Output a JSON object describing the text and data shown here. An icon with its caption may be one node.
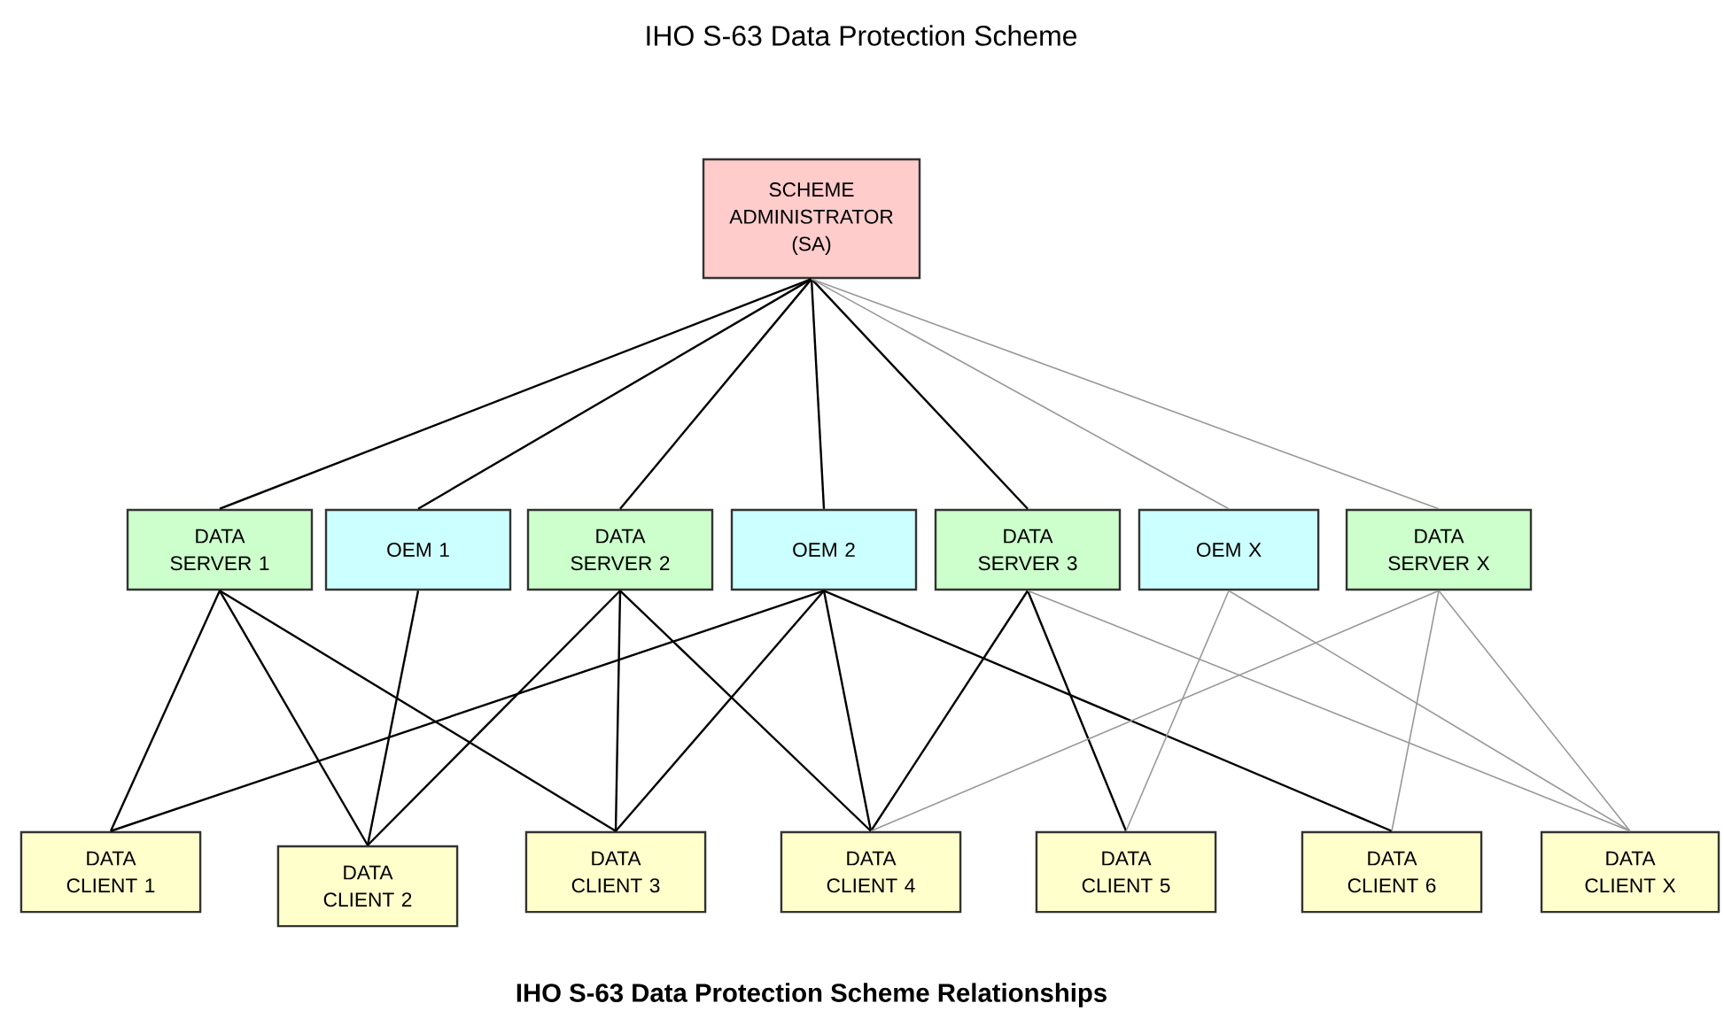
{
  "diagram": {
    "title": "IHO S-63 Data Protection Scheme",
    "caption": "IHO S-63 Data Protection Scheme Relationships",
    "nodes": [
      {
        "text": [
          "SCHEME ADMINISTRATOR (SA)"
        ]
      },
      {
        "text": [
          "DATA SERVER 1"
        ]
      },
      {
        "text": [
          "OEM 1"
        ]
      },
      {
        "text": [
          "DATA SERVER 2"
        ]
      },
      {
        "text": [
          "OEM 2"
        ]
      },
      {
        "text": [
          "DATA SERVER 3"
        ]
      },
      {
        "text": [
          "OEM X"
        ]
      },
      {
        "text": [
          "DATA SERVER X"
        ]
      },
      {
        "text": [
          "DATA CLIENT 1"
        ]
      },
      {
        "text": [
          "DATA CLIENT 2"
        ]
      },
      {
        "text": [
          "DATA CLIENT 3"
        ]
      },
      {
        "text": [
          "DATA CLIENT 4"
        ]
      },
      {
        "text": [
          "DATA CLIENT 5"
        ]
      },
      {
        "text": [
          "DATA CLIENT 6"
        ]
      },
      {
        "text": [
          "DATA CLIENT X"
        ]
      }
    ],
    "edges": [
      {
        "from": 0,
        "to": 1,
        "arrow": "none"
      },
      {
        "from": 0,
        "to": 2,
        "arrow": "none"
      },
      {
        "from": 0,
        "to": 3,
        "arrow": "none"
      },
      {
        "from": 0,
        "to": 4,
        "arrow": "none"
      },
      {
        "from": 0,
        "to": 5,
        "arrow": "none"
      },
      {
        "from": 0,
        "to": 6,
        "arrow": "none",
        "color": "#999999"
      },
      {
        "from": 0,
        "to": 7,
        "arrow": "none",
        "color": "#999999"
      },
      {
        "from": 1,
        "to": 8,
        "arrow": "none"
      },
      {
        "from": 1,
        "to": 9,
        "arrow": "none"
      },
      {
        "from": 1,
        "to": 10,
        "arrow": "none"
      },
      {
        "from": 2,
        "to": 9,
        "arrow": "none"
      },
      {
        "from": 3,
        "to": 9,
        "arrow": "none"
      },
      {
        "from": 3,
        "to": 10,
        "arrow": "none"
      },
      {
        "from": 3,
        "to": 11,
        "arrow": "none"
      },
      {
        "from": 4,
        "to": 8,
        "arrow": "none"
      },
      {
        "from": 4,
        "to": 10,
        "arrow": "none"
      },
      {
        "from": 4,
        "to": 11,
        "arrow": "none"
      },
      {
        "from": 4,
        "to": 13,
        "arrow": "none"
      },
      {
        "from": 5,
        "to": 11,
        "arrow": "none"
      },
      {
        "from": 5,
        "to": 12,
        "arrow": "none"
      },
      {
        "from": 5,
        "to": 14,
        "arrow": "none",
        "color": "#999999"
      },
      {
        "from": 6,
        "to": 12,
        "arrow": "none",
        "color": "#999999"
      },
      {
        "from": 6,
        "to": 14,
        "arrow": "none",
        "color": "#999999"
      },
      {
        "from": 7,
        "to": 11,
        "arrow": "none",
        "color": "#999999"
      },
      {
        "from": 7,
        "to": 13,
        "arrow": "none",
        "color": "#999999"
      },
      {
        "from": 7,
        "to": 14,
        "arrow": "none",
        "color": "#999999"
      }
    ]
  }
}
